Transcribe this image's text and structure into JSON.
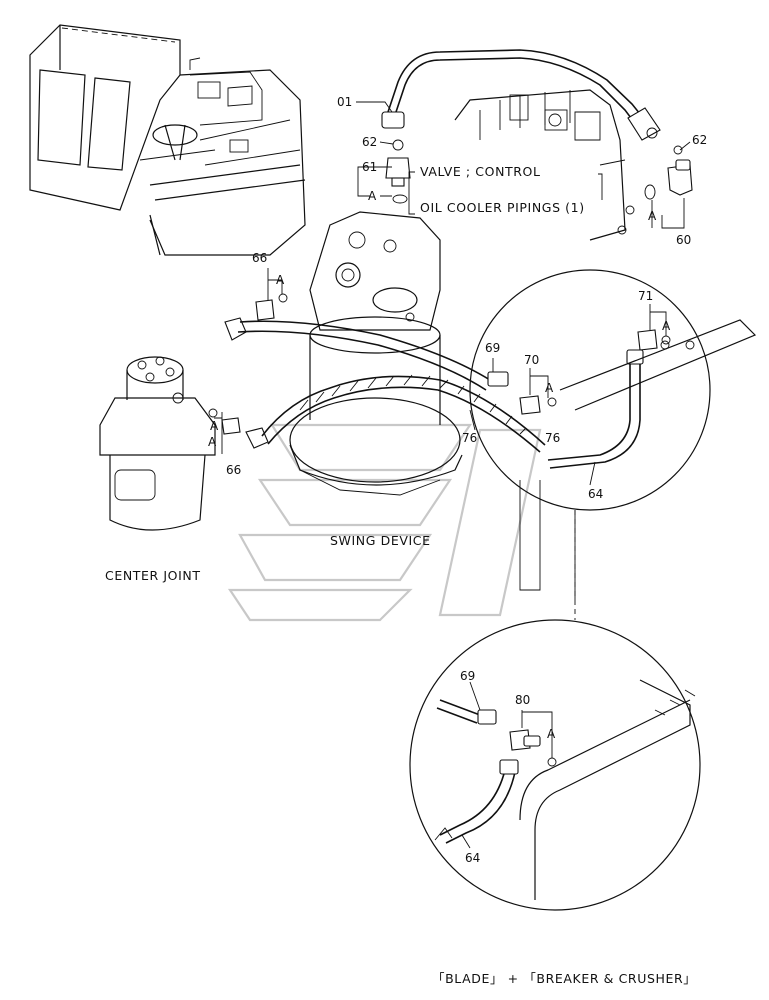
{
  "part_labels": {
    "p01": "01",
    "p62a": "62",
    "p61": "61",
    "p62b": "62",
    "p60": "60",
    "p66a": "66",
    "p66b": "66",
    "p69a": "69",
    "p70": "70",
    "p71": "71",
    "p76a": "76",
    "p76b": "76",
    "p64a": "64",
    "p69b": "69",
    "p80": "80",
    "p64b": "64"
  },
  "group_marks": {
    "a1": "A",
    "a2": "A",
    "a3": "A",
    "a4": "A",
    "a5": "A",
    "a6": "A",
    "a7": "A",
    "a8": "A"
  },
  "captions": {
    "valve": "VALVE ; CONTROL",
    "pipings": "OIL COOLER PIPINGS (1)",
    "swing": "SWING DEVICE",
    "center": "CENTER JOINT",
    "footer": "「BLADE」 + 「BREAKER & CRUSHER」"
  }
}
